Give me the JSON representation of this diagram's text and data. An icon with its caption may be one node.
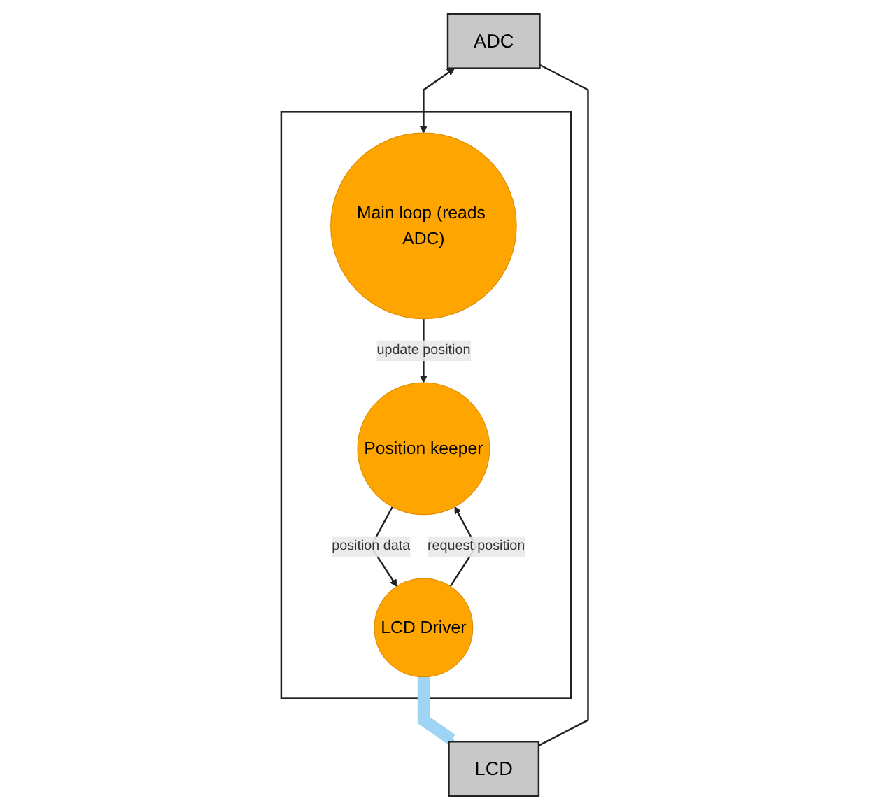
{
  "diagram": {
    "nodes": [
      {
        "text": [
          "ADC"
        ]
      },
      {
        "text": [],
        "shape": "box"
      },
      {
        "text": [
          "Main loop (reads ADC)"
        ],
        "in": 1
      },
      {
        "text": [
          "Position keeper"
        ],
        "in": 1
      },
      {
        "text": [
          "LCD Driver"
        ],
        "in": 1
      },
      {
        "text": [
          "LCD"
        ]
      }
    ],
    "edges": [
      {
        "from": 0,
        "to": 2,
        "arrow": "both"
      },
      {
        "from": 2,
        "to": 3,
        "arrow": "to",
        "label": "update position"
      },
      {
        "from": 4,
        "to": 3,
        "arrow": "to",
        "label": "request position"
      },
      {
        "from": 3,
        "to": 4,
        "arrow": "to",
        "label": "position data"
      },
      {
        "from": 4,
        "to": 5,
        "arrow": "to",
        "style": "thick",
        "color": "#9fd4f5"
      },
      {
        "from": 0,
        "to": 5,
        "arrow": "none"
      }
    ]
  }
}
